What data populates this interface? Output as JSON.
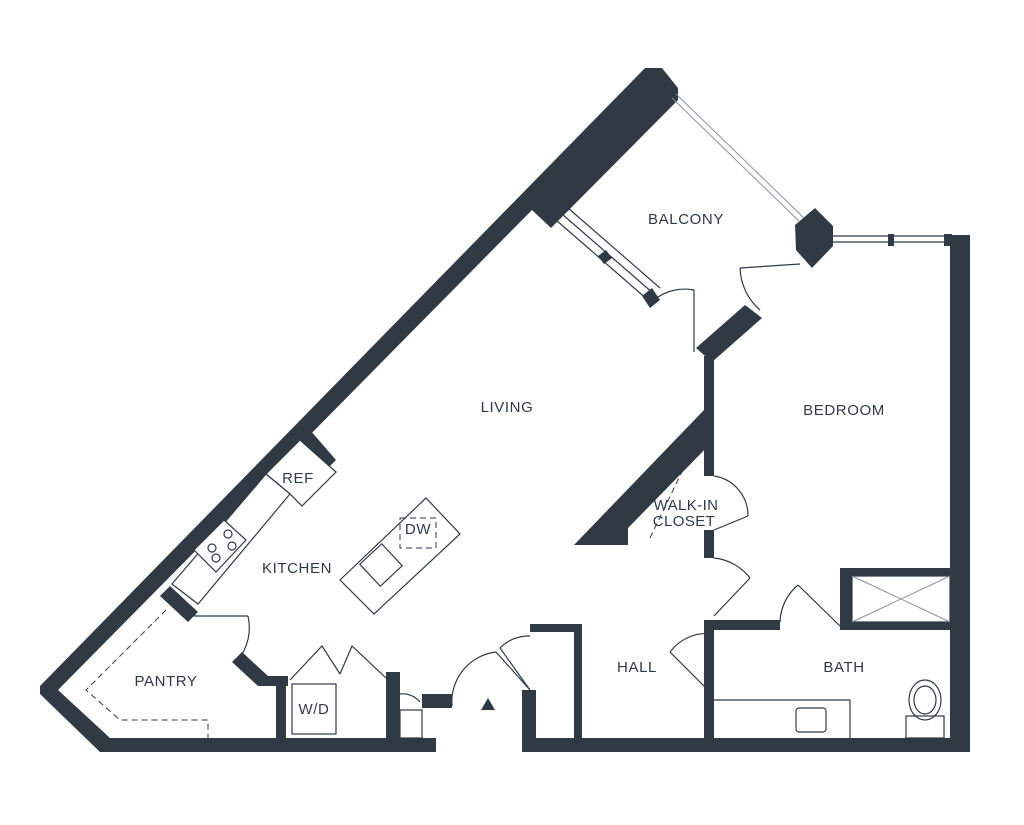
{
  "rooms": {
    "balcony": "BALCONY",
    "living": "LIVING",
    "bedroom": "BEDROOM",
    "ref": "REF",
    "dw": "DW",
    "kitchen": "KITCHEN",
    "walk_in_closet_line1": "WALK-IN",
    "walk_in_closet_line2": "CLOSET",
    "pantry": "PANTRY",
    "wd": "W/D",
    "hall": "HALL",
    "bath": "BATH"
  },
  "colors": {
    "wall": "#2f3a45",
    "background": "#ffffff"
  },
  "icons": [
    "entry-arrow-icon",
    "toilet-icon",
    "sink-icon",
    "stove-icon",
    "shower-icon"
  ]
}
